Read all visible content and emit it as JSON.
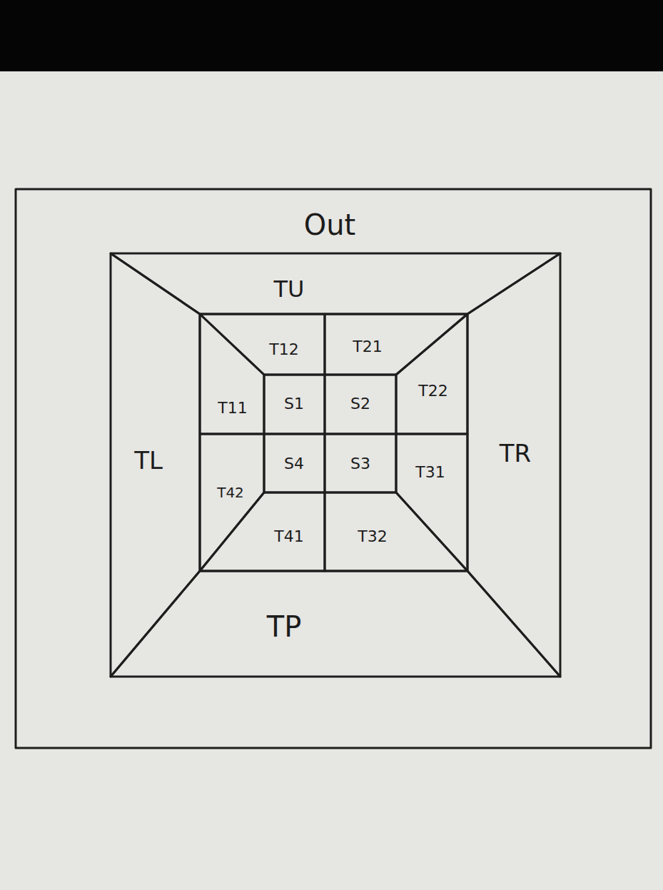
{
  "diagram": {
    "nodes": [
      {
        "text": [
          "Out"
        ]
      },
      {
        "text": [
          "TU"
        ],
        "in": 0
      },
      {
        "text": [
          "T12"
        ],
        "in": 0
      },
      {
        "text": [
          "T21"
        ],
        "in": 0
      },
      {
        "text": [
          "T11"
        ],
        "in": 0
      },
      {
        "text": [
          "S1"
        ],
        "in": 0
      },
      {
        "text": [
          "S2"
        ],
        "in": 0
      },
      {
        "text": [
          "T22"
        ],
        "in": 0
      },
      {
        "text": [
          "TL"
        ],
        "in": 0
      },
      {
        "text": [
          "S4"
        ],
        "in": 0
      },
      {
        "text": [
          "S3"
        ],
        "in": 0
      },
      {
        "text": [
          "T31"
        ],
        "in": 0
      },
      {
        "text": [
          "TR"
        ],
        "in": 0
      },
      {
        "text": [
          "T42"
        ],
        "in": 0
      },
      {
        "text": [
          "T41"
        ],
        "in": 0
      },
      {
        "text": [
          "T32"
        ],
        "in": 0
      },
      {
        "text": [
          "TP"
        ],
        "in": 0
      }
    ]
  }
}
